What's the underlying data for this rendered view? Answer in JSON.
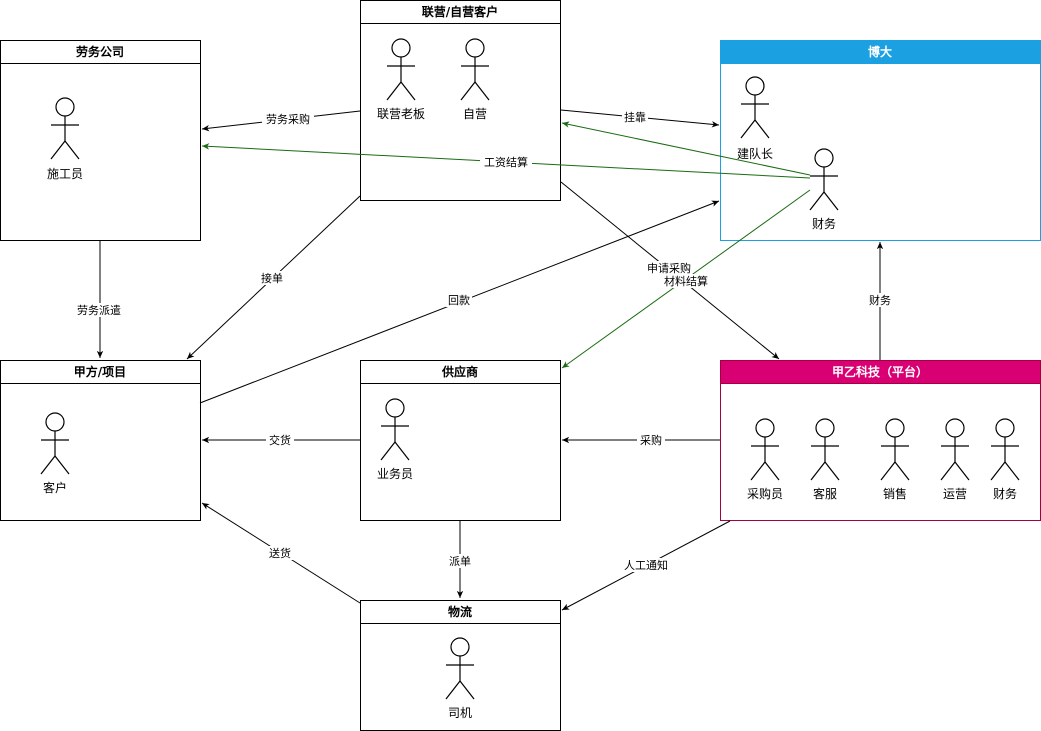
{
  "colors": {
    "black": "#000000",
    "green": "#1a6b12",
    "boda_blue": "#1ba1e2",
    "jiayi_magenta": "#d80073",
    "white": "#ffffff"
  },
  "boxes": {
    "labor": {
      "title": "劳务公司",
      "actors": [
        "施工员"
      ]
    },
    "franchise": {
      "title": "联营/自营客户",
      "actors": [
        "联营老板",
        "自营"
      ]
    },
    "boda": {
      "title": "博大",
      "actors": [
        "建队长",
        "财务"
      ]
    },
    "client": {
      "title": "甲方/项目",
      "actors": [
        "客户"
      ]
    },
    "supplier": {
      "title": "供应商",
      "actors": [
        "业务员"
      ]
    },
    "jiayi": {
      "title": "甲乙科技（平台）",
      "actors": [
        "采购员",
        "客服",
        "销售",
        "运营",
        "财务"
      ]
    },
    "logistics": {
      "title": "物流",
      "actors": [
        "司机"
      ]
    }
  },
  "edges": {
    "labor_purchase": "劳务采购",
    "affiliate": "挂靠",
    "wage_settlement": "工资结算",
    "labor_dispatch": "劳务派遣",
    "take_order": "接单",
    "payment_return": "回款",
    "apply_purchase": "申请采购",
    "material_settlement": "材料结算",
    "finance": "财务",
    "delivery": "交货",
    "purchase": "采购",
    "dispatch": "派单",
    "ship": "送货",
    "manual_notice": "人工通知"
  }
}
